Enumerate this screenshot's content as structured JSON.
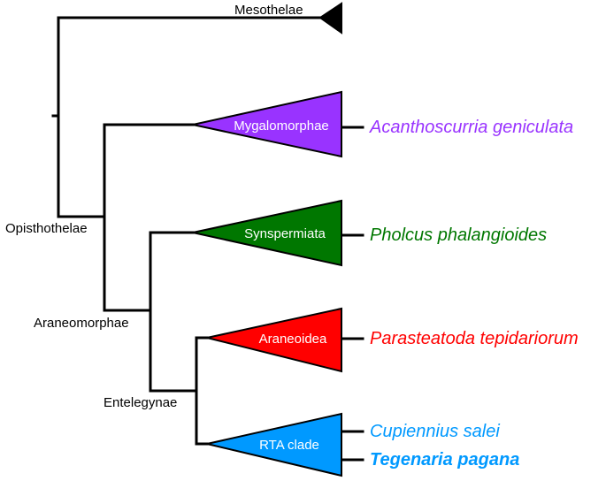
{
  "tree": {
    "root_taxa": {
      "mesothelae": "Mesothelae",
      "opisthothelae": "Opisthothelae",
      "araneomorphae": "Araneomorphae",
      "entelegynae": "Entelegynae"
    },
    "clades": [
      {
        "name": "Mygalomorphae",
        "color": "#9933ff"
      },
      {
        "name": "Synspermiata",
        "color": "#007700"
      },
      {
        "name": "Araneoidea",
        "color": "#ff0000"
      },
      {
        "name": "RTA clade",
        "color": "#0099ff"
      }
    ],
    "mesothelae_color": "#000000",
    "species": [
      {
        "name": "Acanthoscurria geniculata",
        "color": "#9933ff",
        "bold": false
      },
      {
        "name": "Pholcus phalangioides",
        "color": "#007700",
        "bold": false
      },
      {
        "name": "Parasteatoda tepidariorum",
        "color": "#ff0000",
        "bold": false
      },
      {
        "name": "Cupiennius salei",
        "color": "#0099ff",
        "bold": false
      },
      {
        "name": "Tegenaria pagana",
        "color": "#0099ff",
        "bold": true
      }
    ]
  }
}
